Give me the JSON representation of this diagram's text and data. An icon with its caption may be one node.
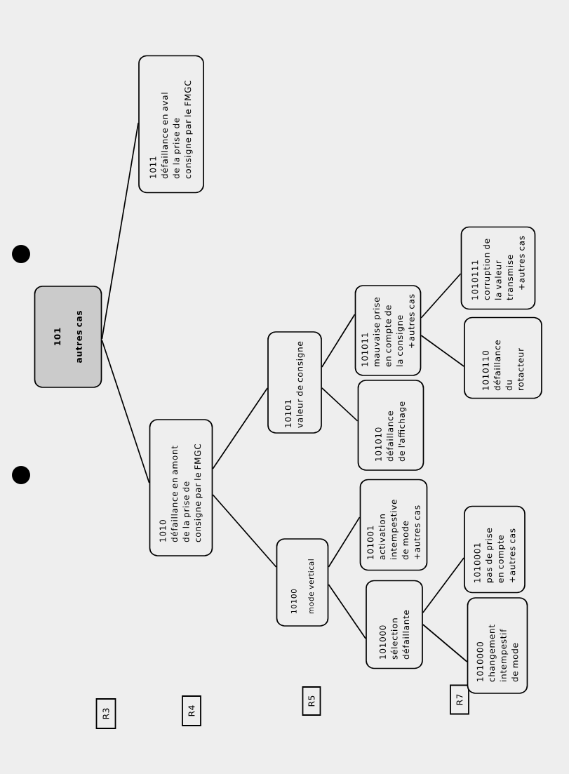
{
  "diagram": {
    "nodes": [
      {
        "text": [
          "R3"
        ]
      },
      {
        "text": [
          "101",
          "autres cas"
        ]
      },
      {
        "text": [
          "R4"
        ]
      },
      {
        "text": [
          "1010",
          "défaillance en amont de la prise de consigne par le FMGC"
        ]
      },
      {
        "text": [
          "1011",
          "défaillance en aval de la prise de consigne par le FMGC"
        ]
      },
      {
        "text": [
          "R5"
        ]
      },
      {
        "text": [
          "10100",
          "mode vertical"
        ]
      },
      {
        "text": [
          "10101",
          "valeur de consigne"
        ]
      },
      {
        "text": [
          "101000",
          "sélection défaillante"
        ]
      },
      {
        "text": [
          "101001",
          "activation intempestive de mode",
          "+autres cas"
        ]
      },
      {
        "text": [
          "101010",
          "défaillance de l'affichage"
        ]
      },
      {
        "text": [
          "101011",
          "mauvaise prise en compte de la consigne",
          "+autres cas"
        ]
      },
      {
        "text": [
          "R7"
        ]
      },
      {
        "text": [
          "1010000",
          "changement intempestif de mode"
        ]
      },
      {
        "text": [
          "1010001",
          "pas de prise en compte",
          "+autres cas"
        ]
      },
      {
        "text": [
          "1010110",
          "défaillance du rotacteur"
        ]
      },
      {
        "text": [
          "1010111",
          "corruption de la valeur transmise",
          "+autres cas"
        ]
      }
    ],
    "edges": [
      {
        "from": 1,
        "to": 3,
        "arrow": "none"
      },
      {
        "from": 1,
        "to": 4,
        "arrow": "none"
      },
      {
        "from": 3,
        "to": 6,
        "arrow": "none"
      },
      {
        "from": 3,
        "to": 7,
        "arrow": "none"
      },
      {
        "from": 6,
        "to": 8,
        "arrow": "none"
      },
      {
        "from": 6,
        "to": 9,
        "arrow": "none"
      },
      {
        "from": 7,
        "to": 10,
        "arrow": "none"
      },
      {
        "from": 7,
        "to": 11,
        "arrow": "none"
      },
      {
        "from": 8,
        "to": 13,
        "arrow": "none"
      },
      {
        "from": 8,
        "to": 14,
        "arrow": "none"
      },
      {
        "from": 11,
        "to": 15,
        "arrow": "none"
      },
      {
        "from": 11,
        "to": 16,
        "arrow": "none"
      }
    ]
  }
}
